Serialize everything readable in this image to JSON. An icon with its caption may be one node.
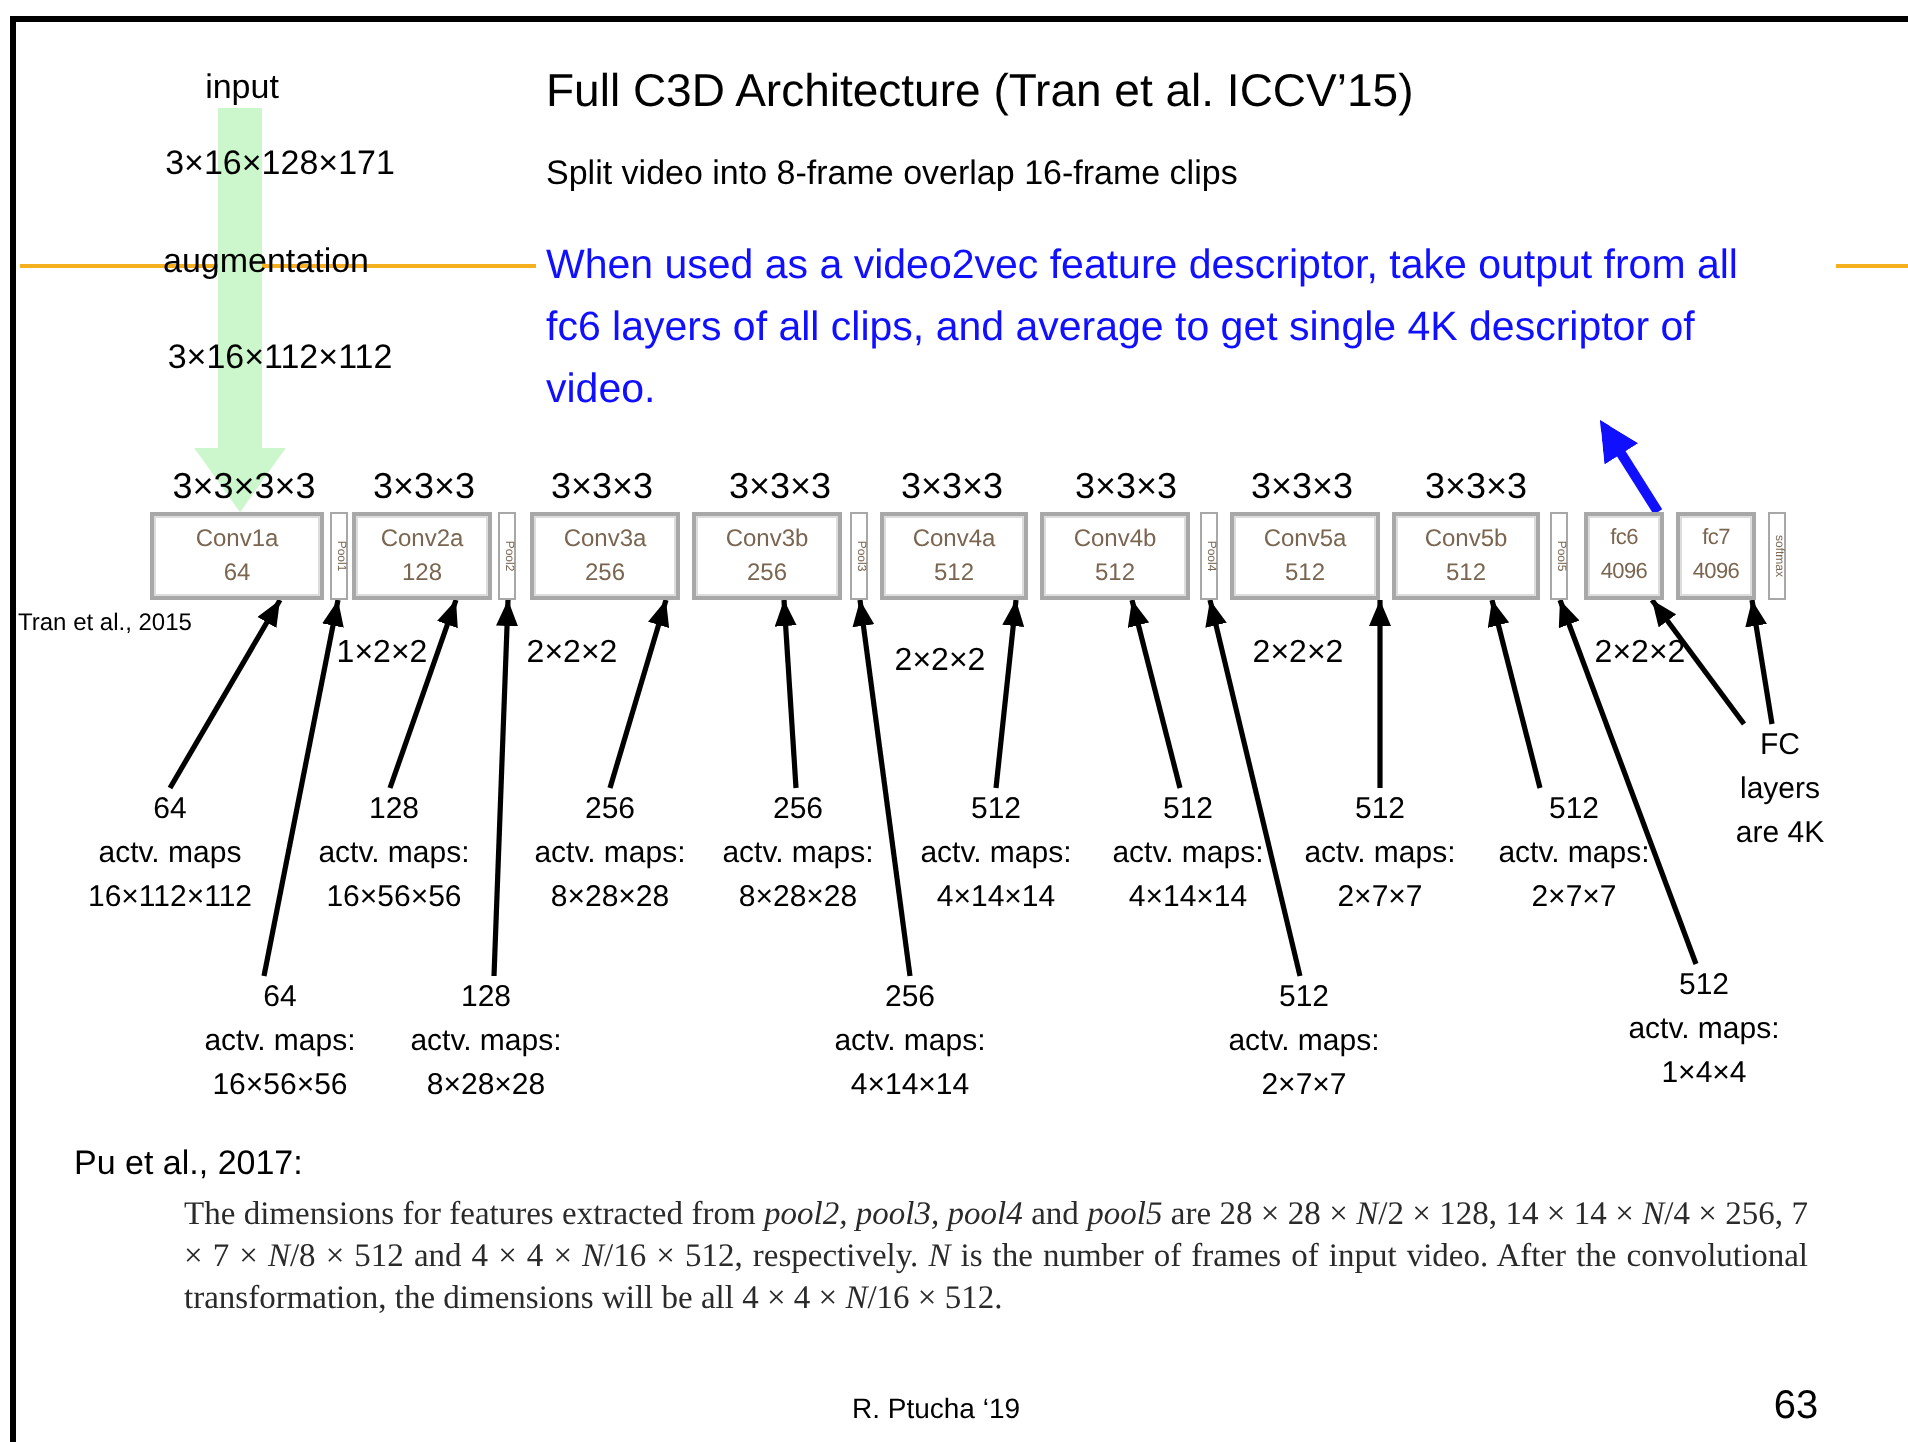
{
  "diagram": {
    "title": "Full C3D Architecture (Tran et al. ICCV’15)",
    "nodes": [
      {
        "text": [
          "When used as a video2vec feature descriptor, take output from all fc6 layers of all clips, and average to get single 4K descriptor of video."
        ]
      },
      {
        "text": [
          "Conv1a",
          "64"
        ]
      },
      {
        "text": [
          "Pool1"
        ]
      },
      {
        "text": [
          "Conv2a",
          "128"
        ]
      },
      {
        "text": [
          "Pool2"
        ]
      },
      {
        "text": [
          "Conv3a",
          "256"
        ]
      },
      {
        "text": [
          "Conv3b",
          "256"
        ]
      },
      {
        "text": [
          "Pool3"
        ]
      },
      {
        "text": [
          "Conv4a",
          "512"
        ]
      },
      {
        "text": [
          "Conv4b",
          "512"
        ]
      },
      {
        "text": [
          "Pool4"
        ]
      },
      {
        "text": [
          "Conv5a",
          "512"
        ]
      },
      {
        "text": [
          "Conv5b",
          "512"
        ]
      },
      {
        "text": [
          "Pool5"
        ]
      },
      {
        "text": [
          "fc6",
          "4096"
        ]
      },
      {
        "text": [
          "fc7",
          "4096"
        ]
      },
      {
        "text": [
          "softmax"
        ]
      },
      {
        "text": [
          "64",
          "actv. maps",
          "16×112×112"
        ]
      },
      {
        "text": [
          "128",
          "actv. maps:",
          "16×56×56"
        ]
      },
      {
        "text": [
          "256",
          "actv. maps:",
          "8×28×28"
        ]
      },
      {
        "text": [
          "256",
          "actv. maps:",
          "8×28×28"
        ]
      },
      {
        "text": [
          "512",
          "actv. maps:",
          "4×14×14"
        ]
      },
      {
        "text": [
          "512",
          "actv. maps:",
          "4×14×14"
        ]
      },
      {
        "text": [
          "512",
          "actv. maps:",
          "2×7×7"
        ]
      },
      {
        "text": [
          "512",
          "actv. maps:",
          "2×7×7"
        ]
      },
      {
        "text": [
          "FC",
          "layers",
          "are 4K"
        ]
      },
      {
        "text": [
          "64",
          "actv. maps:",
          "16×56×56"
        ]
      },
      {
        "text": [
          "128",
          "actv. maps:",
          "8×28×28"
        ]
      },
      {
        "text": [
          "256",
          "actv. maps:",
          "4×14×14"
        ]
      },
      {
        "text": [
          "512",
          "actv. maps:",
          "2×7×7"
        ]
      },
      {
        "text": [
          "512",
          "actv. maps:",
          "1×4×4"
        ]
      },
      {
        "text": [
          "input"
        ]
      }
    ],
    "edges": [
      {
        "from": 31,
        "to": 1,
        "arrow": "to",
        "style": "thick",
        "color": "#ccf7cc"
      },
      {
        "from": 14,
        "to": 0,
        "arrow": "to",
        "style": "thick",
        "color": "#1010ff"
      },
      {
        "from": 17,
        "to": 1,
        "arrow": "to"
      },
      {
        "from": 18,
        "to": 3,
        "arrow": "to"
      },
      {
        "from": 19,
        "to": 5,
        "arrow": "to"
      },
      {
        "from": 20,
        "to": 6,
        "arrow": "to"
      },
      {
        "from": 21,
        "to": 8,
        "arrow": "to"
      },
      {
        "from": 22,
        "to": 9,
        "arrow": "to"
      },
      {
        "from": 23,
        "to": 11,
        "arrow": "to"
      },
      {
        "from": 24,
        "to": 12,
        "arrow": "to"
      },
      {
        "from": 25,
        "to": 14,
        "arrow": "to"
      },
      {
        "from": 25,
        "to": 15,
        "arrow": "to"
      },
      {
        "from": 26,
        "to": 2,
        "arrow": "to"
      },
      {
        "from": 27,
        "to": 4,
        "arrow": "to"
      },
      {
        "from": 28,
        "to": 7,
        "arrow": "to"
      },
      {
        "from": 29,
        "to": 10,
        "arrow": "to"
      },
      {
        "from": 30,
        "to": 13,
        "arrow": "to"
      }
    ],
    "labels": [
      "3×16×128×171",
      "Split video into 8-frame overlap 16-frame clips",
      "augmentation",
      "3×16×112×112",
      "3×3×3×3",
      "3×3×3",
      "3×3×3",
      "3×3×3",
      "3×3×3",
      "3×3×3",
      "3×3×3",
      "3×3×3",
      "Tran et al., 2015",
      "1×2×2",
      "2×2×2",
      "2×2×2",
      "2×2×2",
      "2×2×2",
      "Pu et al., 2017:",
      "The dimensions for features extracted from *pool2, pool3, pool4* and *pool5* are 28 × 28 × *N*/2 × 128, 14 × 14 × *N*/4 × 256, 7 × 7 × *N*/8 × 512 and 4 × 4 × *N*/16 × 512, respectively. *N* is the number of frames of input video. After the convolutional transformation, the dimensions will be all 4 × 4 × *N*/16 × 512.",
      "R. Ptucha ‘19",
      "63"
    ]
  }
}
